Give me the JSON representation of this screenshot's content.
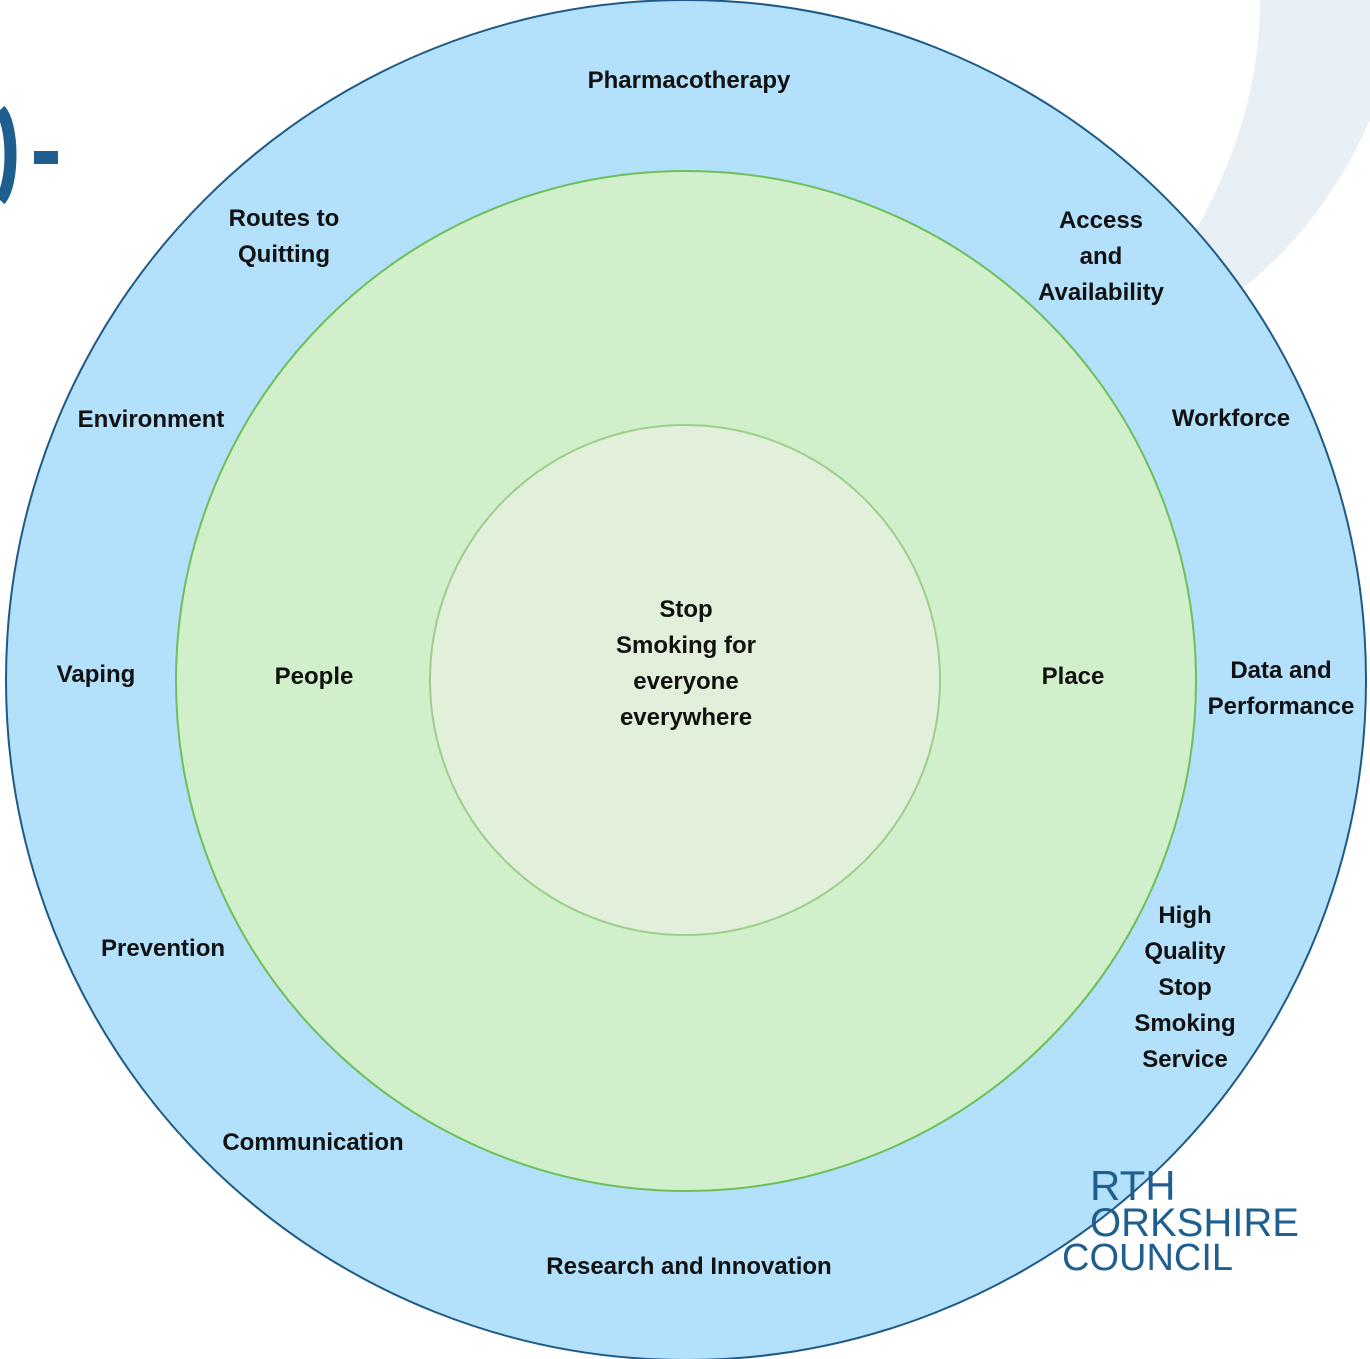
{
  "center": {
    "label": "Stop\nSmoking for\neveryone\neverywhere"
  },
  "middle_ring": {
    "left_label": "People",
    "right_label": "Place"
  },
  "outer_ring": {
    "items": [
      {
        "label": "Pharmacotherapy"
      },
      {
        "label": "Access\nand\nAvailability"
      },
      {
        "label": "Workforce"
      },
      {
        "label": "Data and\nPerformance"
      },
      {
        "label": "High\nQuality\nStop\nSmoking\nService"
      },
      {
        "label": "Research and Innovation"
      },
      {
        "label": "Communication"
      },
      {
        "label": "Prevention"
      },
      {
        "label": "Vaping"
      },
      {
        "label": "Environment"
      },
      {
        "label": "Routes to\nQuitting"
      }
    ]
  },
  "logo": {
    "line1": "RTH",
    "line2": "ORKSHIRE",
    "line3": "COUNCIL"
  },
  "colors": {
    "outer_fill": "#b3e0fb",
    "outer_stroke": "#1e5a86",
    "middle_fill": "#d1efca",
    "middle_stroke": "#6cc05a",
    "inner_fill": "#e2f0db",
    "inner_stroke": "#9ccf8c",
    "bg_swoosh": "#e8f0f6",
    "logo_color": "#1f5f8f"
  }
}
